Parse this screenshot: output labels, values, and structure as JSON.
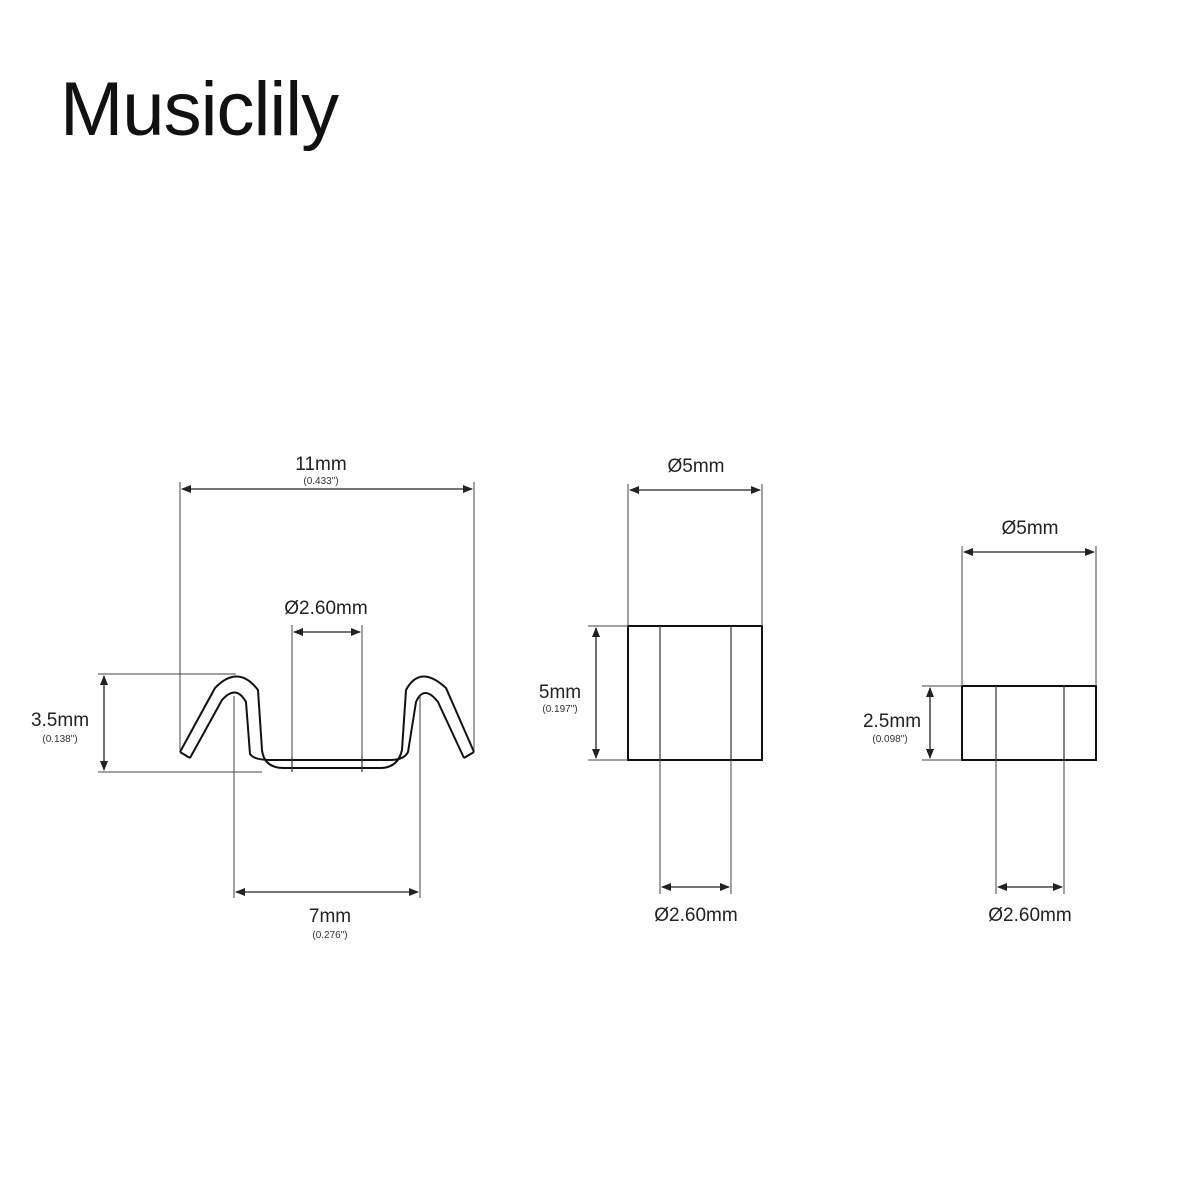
{
  "brand": "Musiclily",
  "spring_clip": {
    "width_mm": "11mm",
    "width_in": "(0.433\")",
    "hole_mm": "Ø2.60mm",
    "height_mm": "3.5mm",
    "height_in": "(0.138\")",
    "base_mm": "7mm",
    "base_in": "(0.276\")"
  },
  "tall_bushing": {
    "diameter_mm": "Ø5mm",
    "height_mm": "5mm",
    "height_in": "(0.197\")",
    "hole_mm": "Ø2.60mm"
  },
  "short_bushing": {
    "diameter_mm": "Ø5mm",
    "height_mm": "2.5mm",
    "height_in": "(0.098\")",
    "hole_mm": "Ø2.60mm"
  },
  "colors": {
    "line": "#111111",
    "background": "#ffffff"
  }
}
